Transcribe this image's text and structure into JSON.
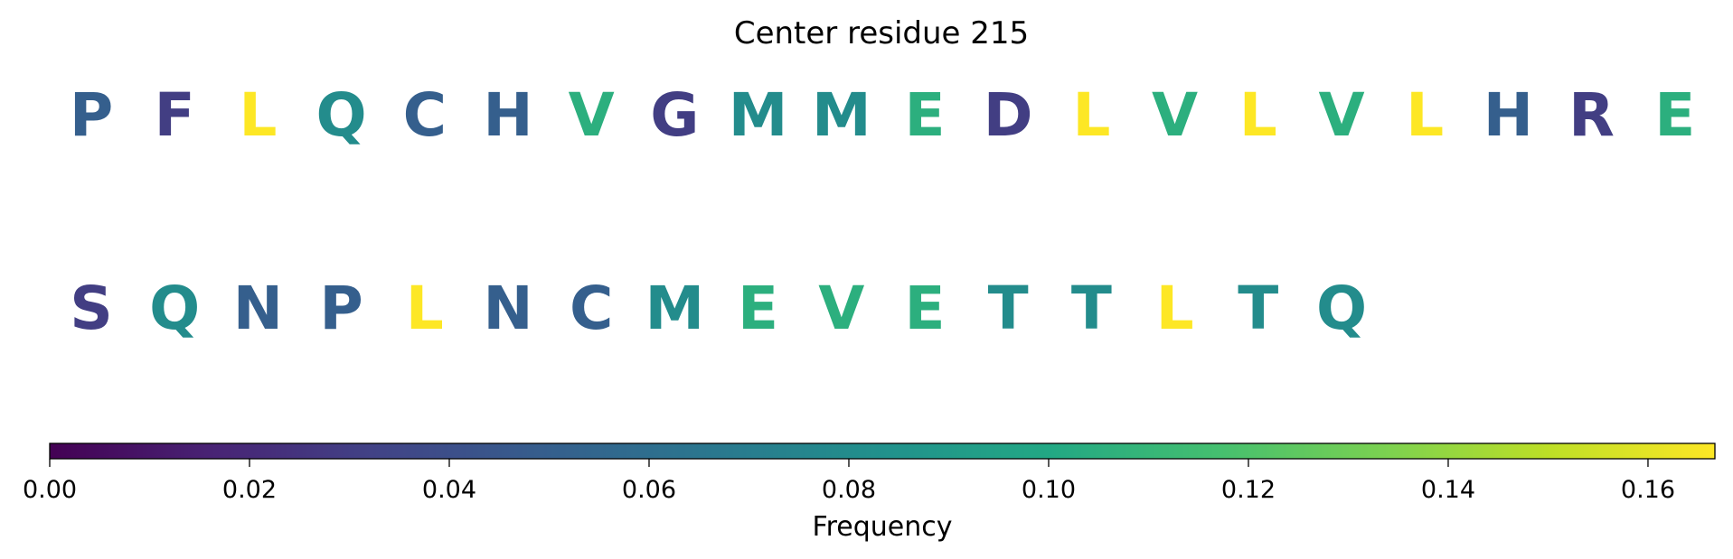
{
  "chart_data": {
    "type": "table",
    "title": "Center residue 215",
    "colormap": "viridis",
    "rows": [
      {
        "residues": [
          "P",
          "F",
          "L",
          "Q",
          "C",
          "H",
          "V",
          "G",
          "M",
          "M",
          "E",
          "D",
          "L",
          "V",
          "L",
          "V",
          "L",
          "H",
          "R",
          "E"
        ],
        "frequencies": [
          0.05,
          0.03,
          0.167,
          0.08,
          0.05,
          0.05,
          0.105,
          0.03,
          0.08,
          0.08,
          0.105,
          0.03,
          0.167,
          0.105,
          0.167,
          0.105,
          0.167,
          0.05,
          0.03,
          0.105
        ]
      },
      {
        "residues": [
          "S",
          "Q",
          "N",
          "P",
          "L",
          "N",
          "C",
          "M",
          "E",
          "V",
          "E",
          "T",
          "T",
          "L",
          "T",
          "Q"
        ],
        "frequencies": [
          0.03,
          0.08,
          0.05,
          0.05,
          0.167,
          0.05,
          0.05,
          0.08,
          0.105,
          0.105,
          0.105,
          0.08,
          0.08,
          0.167,
          0.08,
          0.08
        ]
      }
    ],
    "colorbar": {
      "label": "Frequency",
      "vmin": 0.0,
      "vmax": 0.1667,
      "ticks": [
        0.0,
        0.02,
        0.04,
        0.06,
        0.08,
        0.1,
        0.12,
        0.14,
        0.16
      ],
      "tick_labels": [
        "0.00",
        "0.02",
        "0.04",
        "0.06",
        "0.08",
        "0.10",
        "0.12",
        "0.14",
        "0.16"
      ]
    }
  }
}
